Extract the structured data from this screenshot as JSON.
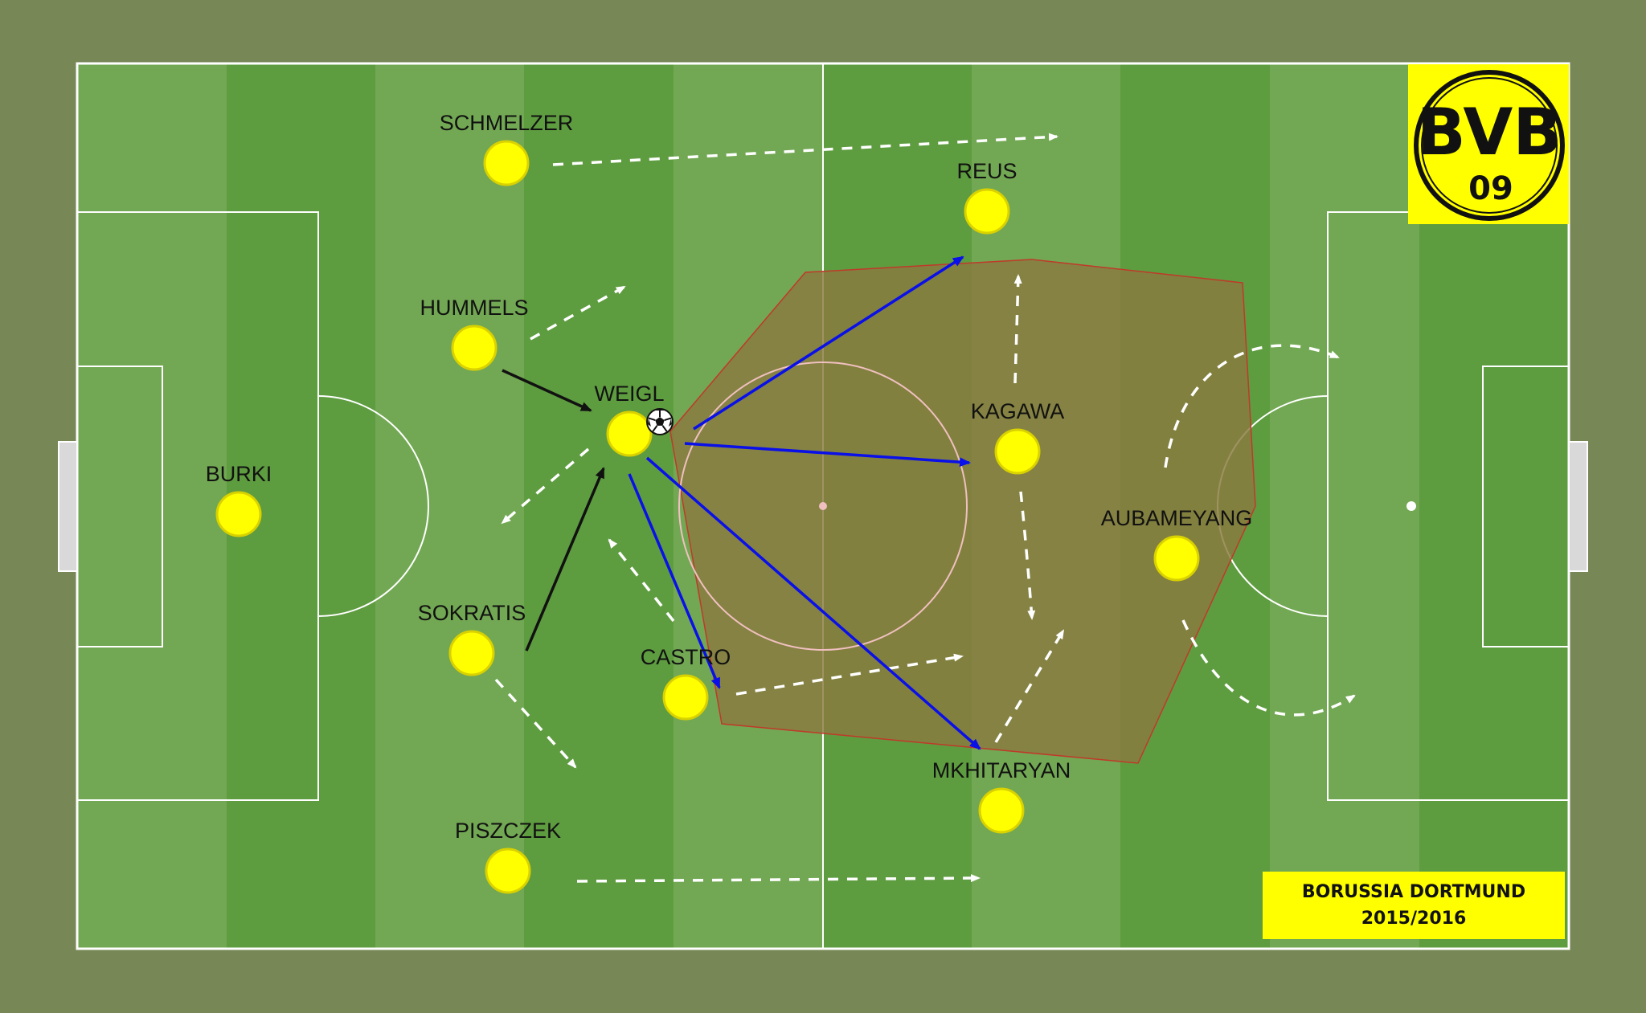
{
  "colors": {
    "background": "#778756",
    "stripe_light": "#72a853",
    "stripe_dark": "#5e9c40",
    "lines": "#ffffff",
    "player": "#ffff00",
    "zone_fill": "#8a7a3f",
    "zone_border": "#c0392b",
    "pass_arrow": "#0a10e8",
    "support_arrow": "#111111",
    "run_arrow": "#ffffff"
  },
  "players": [
    {
      "id": "burki",
      "name": "BURKI"
    },
    {
      "id": "schmelzer",
      "name": "SCHMELZER"
    },
    {
      "id": "hummels",
      "name": "HUMMELS"
    },
    {
      "id": "sokratis",
      "name": "SOKRATIS"
    },
    {
      "id": "piszczek",
      "name": "PISZCZEK"
    },
    {
      "id": "weigl",
      "name": "WEIGL"
    },
    {
      "id": "castro",
      "name": "CASTRO"
    },
    {
      "id": "reus",
      "name": "REUS"
    },
    {
      "id": "kagawa",
      "name": "KAGAWA"
    },
    {
      "id": "mkhitaryan",
      "name": "MKHITARYAN"
    },
    {
      "id": "aubameyang",
      "name": "AUBAMEYANG"
    }
  ],
  "ball": {
    "icon": "soccer-ball-icon"
  },
  "badge": {
    "top": "BVB",
    "bottom": "09",
    "icon": "bvb-crest-icon"
  },
  "caption": {
    "line1": "BORUSSIA DORTMUND",
    "line2": "2015/2016"
  }
}
